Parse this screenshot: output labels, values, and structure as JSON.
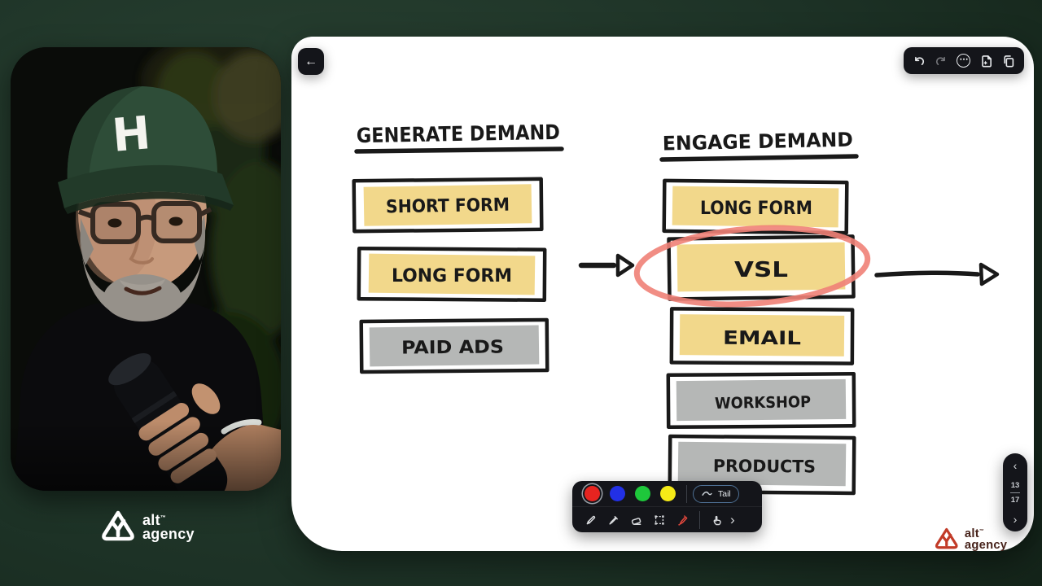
{
  "colors": {
    "background_green": "#1d3226",
    "panel_dark": "#14151a",
    "page_white": "#ffffff",
    "ink_black": "#191919",
    "highlight_yellow": "#f2d88b",
    "highlight_gray": "#b5b7b6",
    "annotation_red": "#ef8177",
    "brand_white": "#ffffff",
    "brand_red": "#c23b28"
  },
  "webcam": {
    "cap_letter": "H"
  },
  "brand": {
    "word_top": "alt",
    "word_bottom": "agency",
    "tm": "™"
  },
  "whiteboard": {
    "back_icon": "←",
    "columns": [
      {
        "title": "GENERATE DEMAND",
        "items": [
          {
            "label": "SHORT FORM",
            "highlight": "yellow"
          },
          {
            "label": "LONG FORM",
            "highlight": "yellow"
          },
          {
            "label": "PAID ADS",
            "highlight": "gray"
          }
        ]
      },
      {
        "title": "ENGAGE DEMAND",
        "items": [
          {
            "label": "LONG FORM",
            "highlight": "yellow"
          },
          {
            "label": "VSL",
            "highlight": "yellow",
            "annotation": "red-circle"
          },
          {
            "label": "EMAIL",
            "highlight": "yellow"
          },
          {
            "label": "WORKSHOP",
            "highlight": "gray"
          },
          {
            "label": "PRODUCTS",
            "highlight": "gray"
          }
        ]
      }
    ]
  },
  "top_toolbar": {
    "more_icon": "⋯",
    "icons": [
      "undo",
      "redo",
      "more-options",
      "new-page-sparkle",
      "copy-pages"
    ]
  },
  "draw_toolbar": {
    "colors": [
      {
        "name": "red",
        "hex": "#e62420",
        "selected": true
      },
      {
        "name": "blue",
        "hex": "#2230e6",
        "selected": false
      },
      {
        "name": "green",
        "hex": "#1ec73b",
        "selected": false
      },
      {
        "name": "yellow",
        "hex": "#f5ea17",
        "selected": false
      }
    ],
    "tail_label": "Tail",
    "tools": [
      "pen",
      "highlighter",
      "eraser",
      "select",
      "laser-pointer",
      "pointer"
    ],
    "more_icon": "›"
  },
  "page_nav": {
    "prev_icon": "‹",
    "current": "13",
    "total": "17",
    "next_icon": "›"
  }
}
